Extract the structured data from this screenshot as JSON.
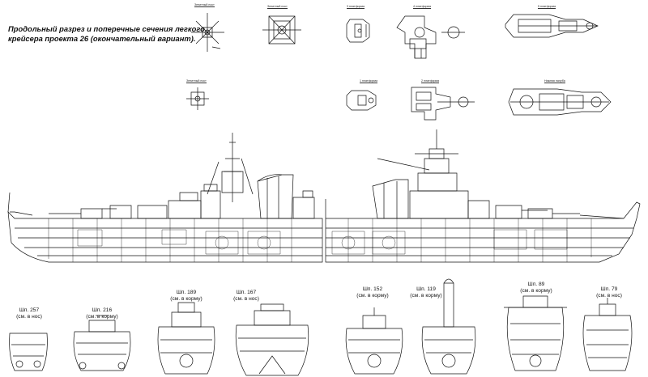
{
  "title": {
    "line1": "Продольный разрез и поперечные сечения легкого",
    "line2": "крейсера проекта 26 (окончательный вариант)."
  },
  "top_views": [
    {
      "id": "v1",
      "label": "Зенитный пост"
    },
    {
      "id": "v2",
      "label": "Зенитный пост"
    },
    {
      "id": "v3",
      "label": "3 платформа"
    },
    {
      "id": "v4",
      "label": "4 платформа"
    },
    {
      "id": "v5",
      "label": "5 платформа"
    },
    {
      "id": "v6",
      "label": "Зенитный пост"
    },
    {
      "id": "v7",
      "label": "1 платформа"
    },
    {
      "id": "v8",
      "label": "2 платформа"
    },
    {
      "id": "v9",
      "label": "Нижняя палуба"
    }
  ],
  "sections": [
    {
      "name": "Шп. 257",
      "note": "(см. в нос)"
    },
    {
      "name": "Шп. 216",
      "note": "(см. в корму)"
    },
    {
      "name": "Шп. 189",
      "note": "(см. в корму)"
    },
    {
      "name": "Шп. 167",
      "note": "(см. в нос)"
    },
    {
      "name": "Шп. 152",
      "note": "(см. в корму)"
    },
    {
      "name": "Шп. 119",
      "note": "(см. в корму)"
    },
    {
      "name": "Шп. 89",
      "note": "(см. в корму)"
    },
    {
      "name": "Шп. 79",
      "note": "(см. в нос)"
    }
  ],
  "colors": {
    "ink": "#111111",
    "paper": "#ffffff"
  }
}
